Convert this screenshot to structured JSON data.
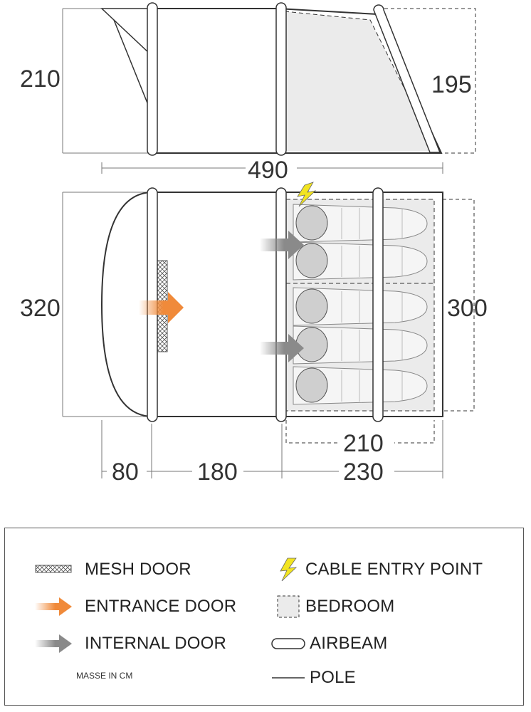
{
  "dimensions": {
    "side_height_front": "210",
    "side_height_rear": "195",
    "total_length": "490",
    "floor_width_front": "320",
    "floor_width_rear": "300",
    "bedroom_length": "210",
    "porch_front": "80",
    "living_length": "180",
    "rear_length": "230"
  },
  "legend": {
    "items": [
      {
        "key": "mesh",
        "label": "MESH DOOR",
        "icon": "mesh-door-icon"
      },
      {
        "key": "entrance",
        "label": "ENTRANCE DOOR",
        "icon": "orange-arrow-icon"
      },
      {
        "key": "internal",
        "label": "INTERNAL DOOR",
        "icon": "grey-arrow-icon"
      },
      {
        "key": "cable",
        "label": "CABLE ENTRY POINT",
        "icon": "lightning-bolt-icon"
      },
      {
        "key": "bedroom",
        "label": "BEDROOM",
        "icon": "bedroom-swatch-icon"
      },
      {
        "key": "airbeam",
        "label": "AIRBEAM",
        "icon": "airbeam-icon"
      },
      {
        "key": "pole",
        "label": "POLE",
        "icon": "pole-line-icon"
      }
    ],
    "note": "MASSE IN CM"
  },
  "colors": {
    "orange": "#f08a3a",
    "grey_arrow": "#8a8a8a",
    "bedroom_fill": "#ebebeb",
    "lightning": "#f2e420"
  }
}
